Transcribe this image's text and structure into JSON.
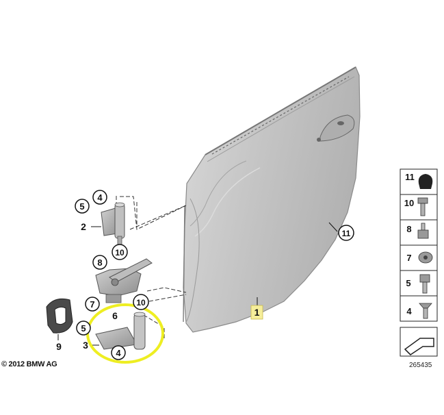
{
  "copyright": "© 2012 BMW AG",
  "diagram_id": "265435",
  "callouts": {
    "door": "1",
    "upper_hinge": "2",
    "lower_hinge": "3",
    "hinge_bolt_upper": "4",
    "hinge_bolt_lower": "4",
    "hinge_screw_upper": "5",
    "hinge_screw_lower": "5",
    "door_check": "6",
    "check_screw": "7",
    "check_nut": "8",
    "gasket": "9",
    "hinge_pin_upper": "10",
    "hinge_pin_lower": "10",
    "door_plug": "11"
  },
  "legend": [
    {
      "label": "11"
    },
    {
      "label": "10"
    },
    {
      "label": "8"
    },
    {
      "label": "7"
    },
    {
      "label": "5"
    },
    {
      "label": "4"
    }
  ],
  "colors": {
    "door_fill": "#c9c9c9",
    "part_fill": "#b3b3b3",
    "highlight_ring": "#eeee22",
    "part1_badge": "#f6ee9a"
  }
}
